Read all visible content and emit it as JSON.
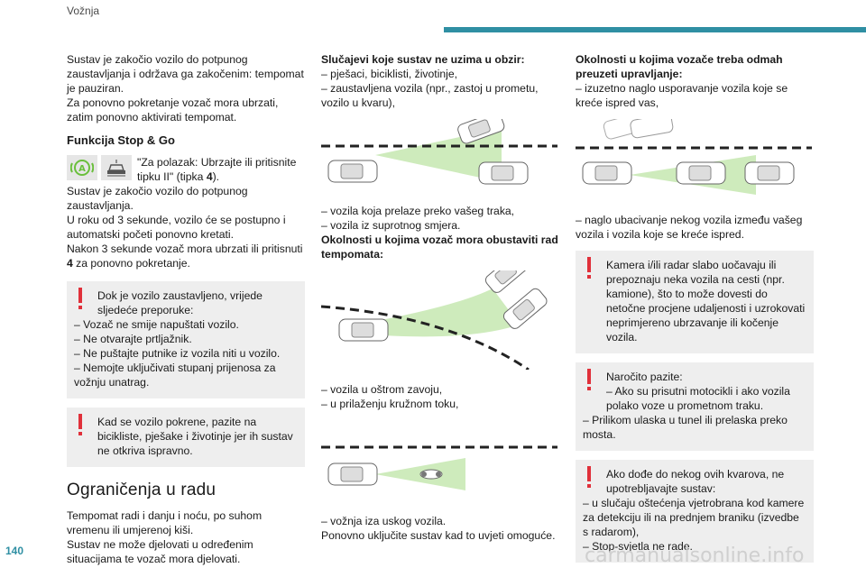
{
  "header": {
    "title": "Vožnja",
    "accent_color": "#2f8fa3"
  },
  "page_number": "140",
  "watermark": "carmanualsonline.info",
  "col1": {
    "intro": [
      "Sustav je zakočio vozilo do potpunog zaustavljanja i održava ga zakočenim: tempomat je pauziran.",
      "Za ponovno pokretanje vozač mora ubrzati, zatim ponovno aktivirati tempomat."
    ],
    "stopgo_title": "Funkcija Stop & Go",
    "stopgo_text_a": "\"Za polazak: Ubrzajte ili pritisnite tipku II\" (tipka ",
    "stopgo_key": "4",
    "stopgo_text_b": ").",
    "stopgo_body": [
      "Sustav je zakočio vozilo do potpunog zaustavljanja.",
      "U roku od 3 sekunde, vozilo će se postupno i automatski početi ponovno kretati."
    ],
    "stopgo_after_a": "Nakon 3 sekunde vozač mora ubrzati ili pritisnuti ",
    "stopgo_after_key": "4",
    "stopgo_after_b": " za ponovno pokretanje.",
    "warn1": {
      "title": "Dok je vozilo zaustavljeno, vrijede sljedeće preporuke:",
      "items": [
        "– Vozač ne smije napuštati vozilo.",
        "– Ne otvarajte prtljažnik.",
        "– Ne puštajte putnike iz vozila niti u vozilo.",
        "– Nemojte uključivati stupanj prijenosa za vožnju unatrag."
      ]
    },
    "warn2": "Kad se vozilo pokrene, pazite na bicikliste, pješake i životinje jer ih sustav ne otkriva ispravno.",
    "limits_title": "Ograničenja u radu",
    "limits": [
      "Tempomat radi i danju i noću, po suhom vremenu ili umjerenoj kiši.",
      "Sustav ne može djelovati u određenim situacijama te vozač mora djelovati."
    ]
  },
  "col2": {
    "ignored_title": "Slučajevi koje sustav ne uzima u obzir:",
    "ignored_items": [
      "– pješaci, biciklisti, životinje,",
      "– zaustavljena vozila (npr., zastoj u prometu, vozilo u kvaru),"
    ],
    "items_after_img1": [
      "– vozila koja prelaze preko vašeg traka,",
      "– vozila iz suprotnog smjera."
    ],
    "interrupt_title": "Okolnosti u kojima vozač mora obustaviti rad tempomata:",
    "items_after_img2": [
      "– vozila u oštrom zavoju,",
      "– u prilaženju kružnom toku,"
    ],
    "items_after_img3": [
      "– vožnja iza uskog vozila.",
      "Ponovno uključite sustav kad to uvjeti omoguće."
    ]
  },
  "col3": {
    "takeover_title": "Okolnosti u kojima vozače treba odmah preuzeti upravljanje:",
    "takeover_items": [
      "– izuzetno naglo usporavanje vozila koje se kreće ispred vas,"
    ],
    "items_after_img": [
      "– naglo ubacivanje nekog vozila između vašeg vozila i vozila koje se kreće ispred."
    ],
    "warn1": "Kamera i/ili radar slabo uočavaju ili prepoznaju neka vozila na cesti (npr. kamione), što to može dovesti do netočne procjene udaljenosti i uzrokovati neprimjereno ubrzavanje ili kočenje vozila.",
    "warn2": {
      "title": "Naročito pazite:",
      "items": [
        "– Ako su prisutni motocikli i ako vozila polako voze u prometnom traku.",
        "– Prilikom ulaska u tunel ili prelaska preko mosta."
      ]
    },
    "warn3": {
      "title": "Ako dođe do nekog ovih kvarova, ne upotrebljavajte sustav:",
      "items": [
        "– u slučaju oštećenja vjetrobrana kod kamere za detekciju ili na prednjem braniku (izvedbe s radarom),",
        "– Stop-svjetla ne rade."
      ]
    }
  }
}
